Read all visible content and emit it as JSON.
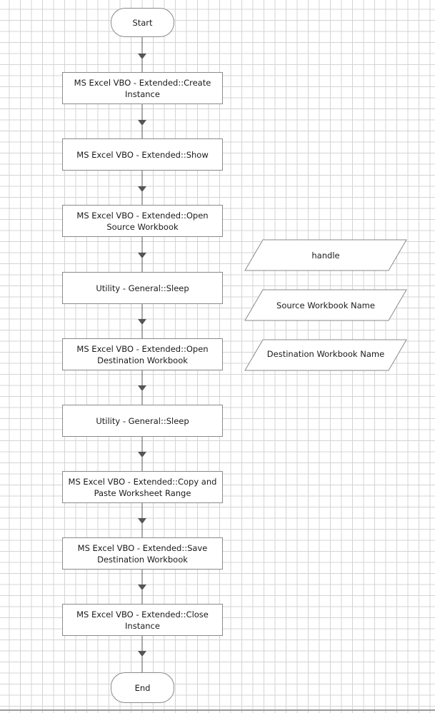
{
  "flow": {
    "start": "Start",
    "end": "End",
    "steps": [
      {
        "label": "MS Excel VBO - Extended::Create Instance"
      },
      {
        "label": "MS Excel VBO - Extended::Show"
      },
      {
        "label": "MS Excel VBO - Extended::Open Source Workbook"
      },
      {
        "label": "Utility - General::Sleep"
      },
      {
        "label": "MS Excel VBO - Extended::Open Destination Workbook"
      },
      {
        "label": "Utility - General::Sleep"
      },
      {
        "label": "MS Excel VBO - Extended::Copy and Paste Worksheet Range"
      },
      {
        "label": "MS Excel VBO - Extended::Save Destination Workbook"
      },
      {
        "label": "MS Excel VBO - Extended::Close Instance"
      }
    ]
  },
  "data_items": [
    {
      "label": "handle"
    },
    {
      "label": "Source Workbook Name"
    },
    {
      "label": "Destination Workbook Name"
    }
  ],
  "colors": {
    "border": "#8a8a8a",
    "connector": "#555555",
    "grid": "#d4d4d4"
  }
}
